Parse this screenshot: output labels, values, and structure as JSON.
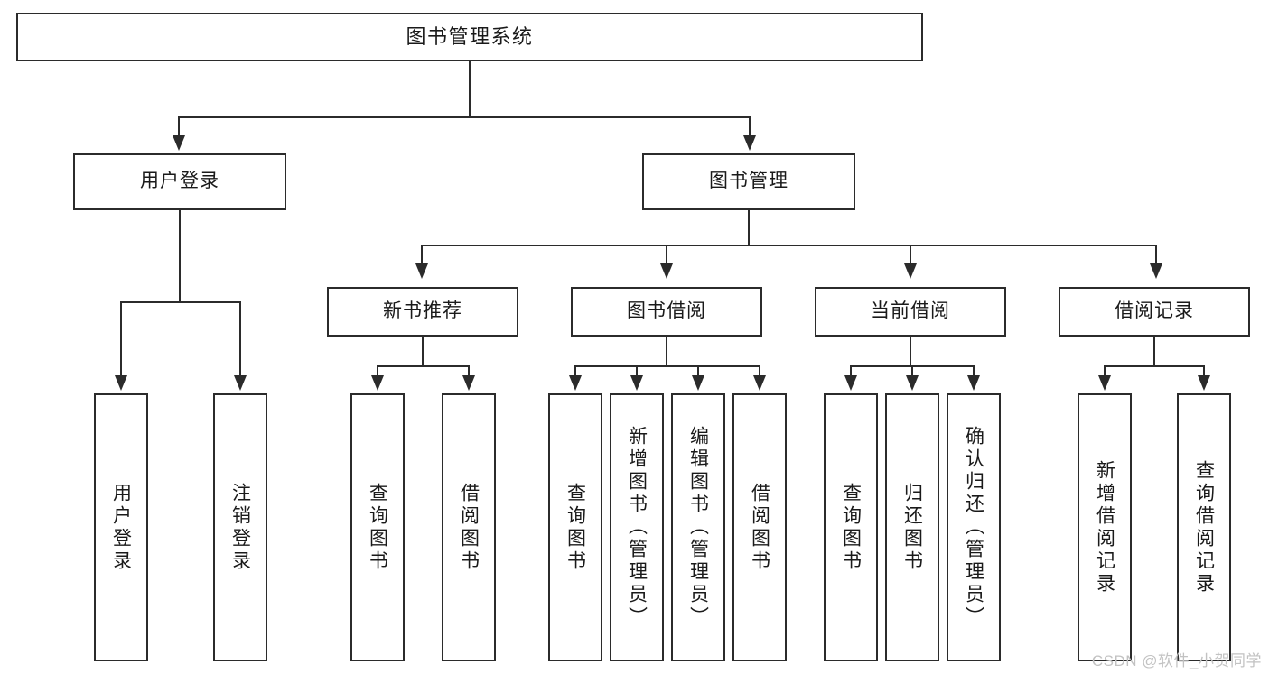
{
  "diagram": {
    "type": "tree",
    "title": "图书管理系统",
    "root": {
      "label": "图书管理系统"
    },
    "level2": [
      {
        "label": "用户登录"
      },
      {
        "label": "图书管理"
      }
    ],
    "level3": [
      {
        "label": "新书推荐"
      },
      {
        "label": "图书借阅"
      },
      {
        "label": "当前借阅"
      },
      {
        "label": "借阅记录"
      }
    ],
    "leaves": {
      "user_login": [
        {
          "label": "用户登录"
        },
        {
          "label": "注销登录"
        }
      ],
      "new_book_recommend": [
        {
          "label": "查询图书"
        },
        {
          "label": "借阅图书"
        }
      ],
      "book_borrow": [
        {
          "label": "查询图书"
        },
        {
          "label": "新增图书（管理员）"
        },
        {
          "label": "编辑图书（管理员）"
        },
        {
          "label": "借阅图书"
        }
      ],
      "current_borrow": [
        {
          "label": "查询图书"
        },
        {
          "label": "归还图书"
        },
        {
          "label": "确认归还（管理员）"
        }
      ],
      "borrow_record": [
        {
          "label": "新增借阅记录"
        },
        {
          "label": "查询借阅记录"
        }
      ]
    }
  },
  "watermark": {
    "text": "CSDN @软件_小贺同学"
  },
  "colors": {
    "stroke": "#2b2b2b",
    "fill": "#ffffff",
    "text": "#1a1a1a",
    "watermark": "#c2c2c2"
  }
}
